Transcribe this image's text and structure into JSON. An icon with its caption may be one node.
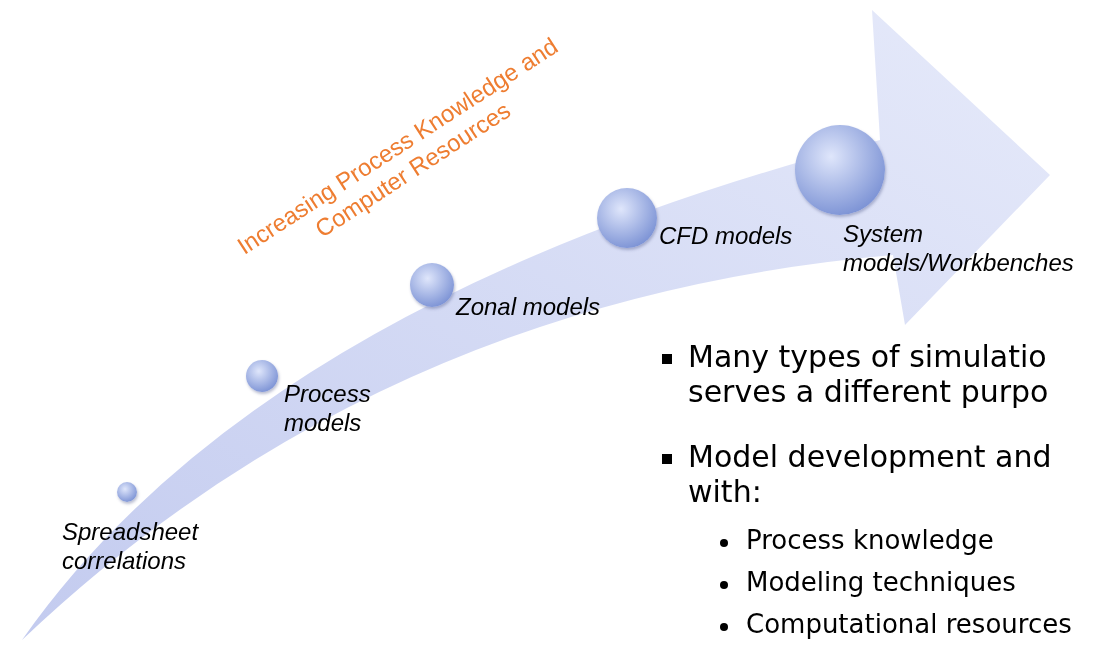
{
  "diagram": {
    "nodes": [
      {
        "text": [],
        "shape": "circle",
        "beside": [
          "Spreadsheet correlations"
        ]
      },
      {
        "text": [],
        "shape": "circle",
        "beside": [
          "Process models"
        ]
      },
      {
        "text": [],
        "shape": "circle",
        "beside": [
          "Zonal models"
        ]
      },
      {
        "text": [],
        "shape": "circle",
        "beside": [
          "CFD models"
        ]
      },
      {
        "text": [],
        "shape": "circle",
        "beside": [
          "System models/Workbenches"
        ]
      }
    ],
    "labels": [
      "Increasing Process Knowledge and Computer Resources",
      "Many types of simulatio serves a different purpo",
      "Model development and with:",
      "Process knowledge",
      "Modeling techniques",
      "Computational resources"
    ]
  }
}
